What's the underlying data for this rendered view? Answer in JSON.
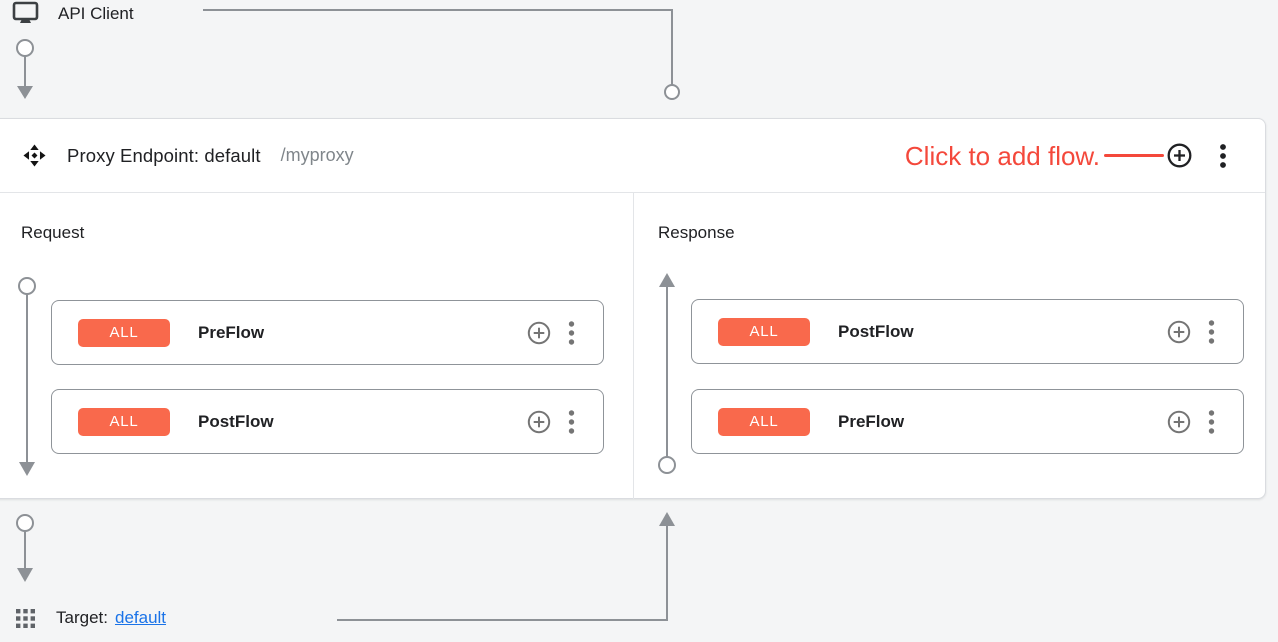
{
  "api_client": {
    "label": "API Client"
  },
  "proxy_endpoint": {
    "title": "Proxy Endpoint: default",
    "path": "/myproxy",
    "annotation": "Click to add flow.",
    "request": {
      "label": "Request",
      "flows": [
        {
          "badge": "ALL",
          "name": "PreFlow"
        },
        {
          "badge": "ALL",
          "name": "PostFlow"
        }
      ]
    },
    "response": {
      "label": "Response",
      "flows": [
        {
          "badge": "ALL",
          "name": "PostFlow"
        },
        {
          "badge": "ALL",
          "name": "PreFlow"
        }
      ]
    }
  },
  "target": {
    "label": "Target:",
    "link_text": "default"
  },
  "icons": {
    "api_client": "monitor-icon",
    "proxy_endpoint": "move-icon",
    "flow_add": "plus-circle-icon",
    "flow_menu": "more-vert-icon",
    "target": "grid-icon"
  },
  "colors": {
    "page_bg": "#F4F5F6",
    "panel_bg": "#FFFFFF",
    "panel_border": "#DADCE0",
    "annotation_red": "#F4483B",
    "badge_bg": "#F9694C",
    "link_blue": "#1A73E8",
    "text_dark": "#202124",
    "text_gray": "#80868B",
    "connector_gray": "#8D9196",
    "icon_gray": "#757575"
  }
}
